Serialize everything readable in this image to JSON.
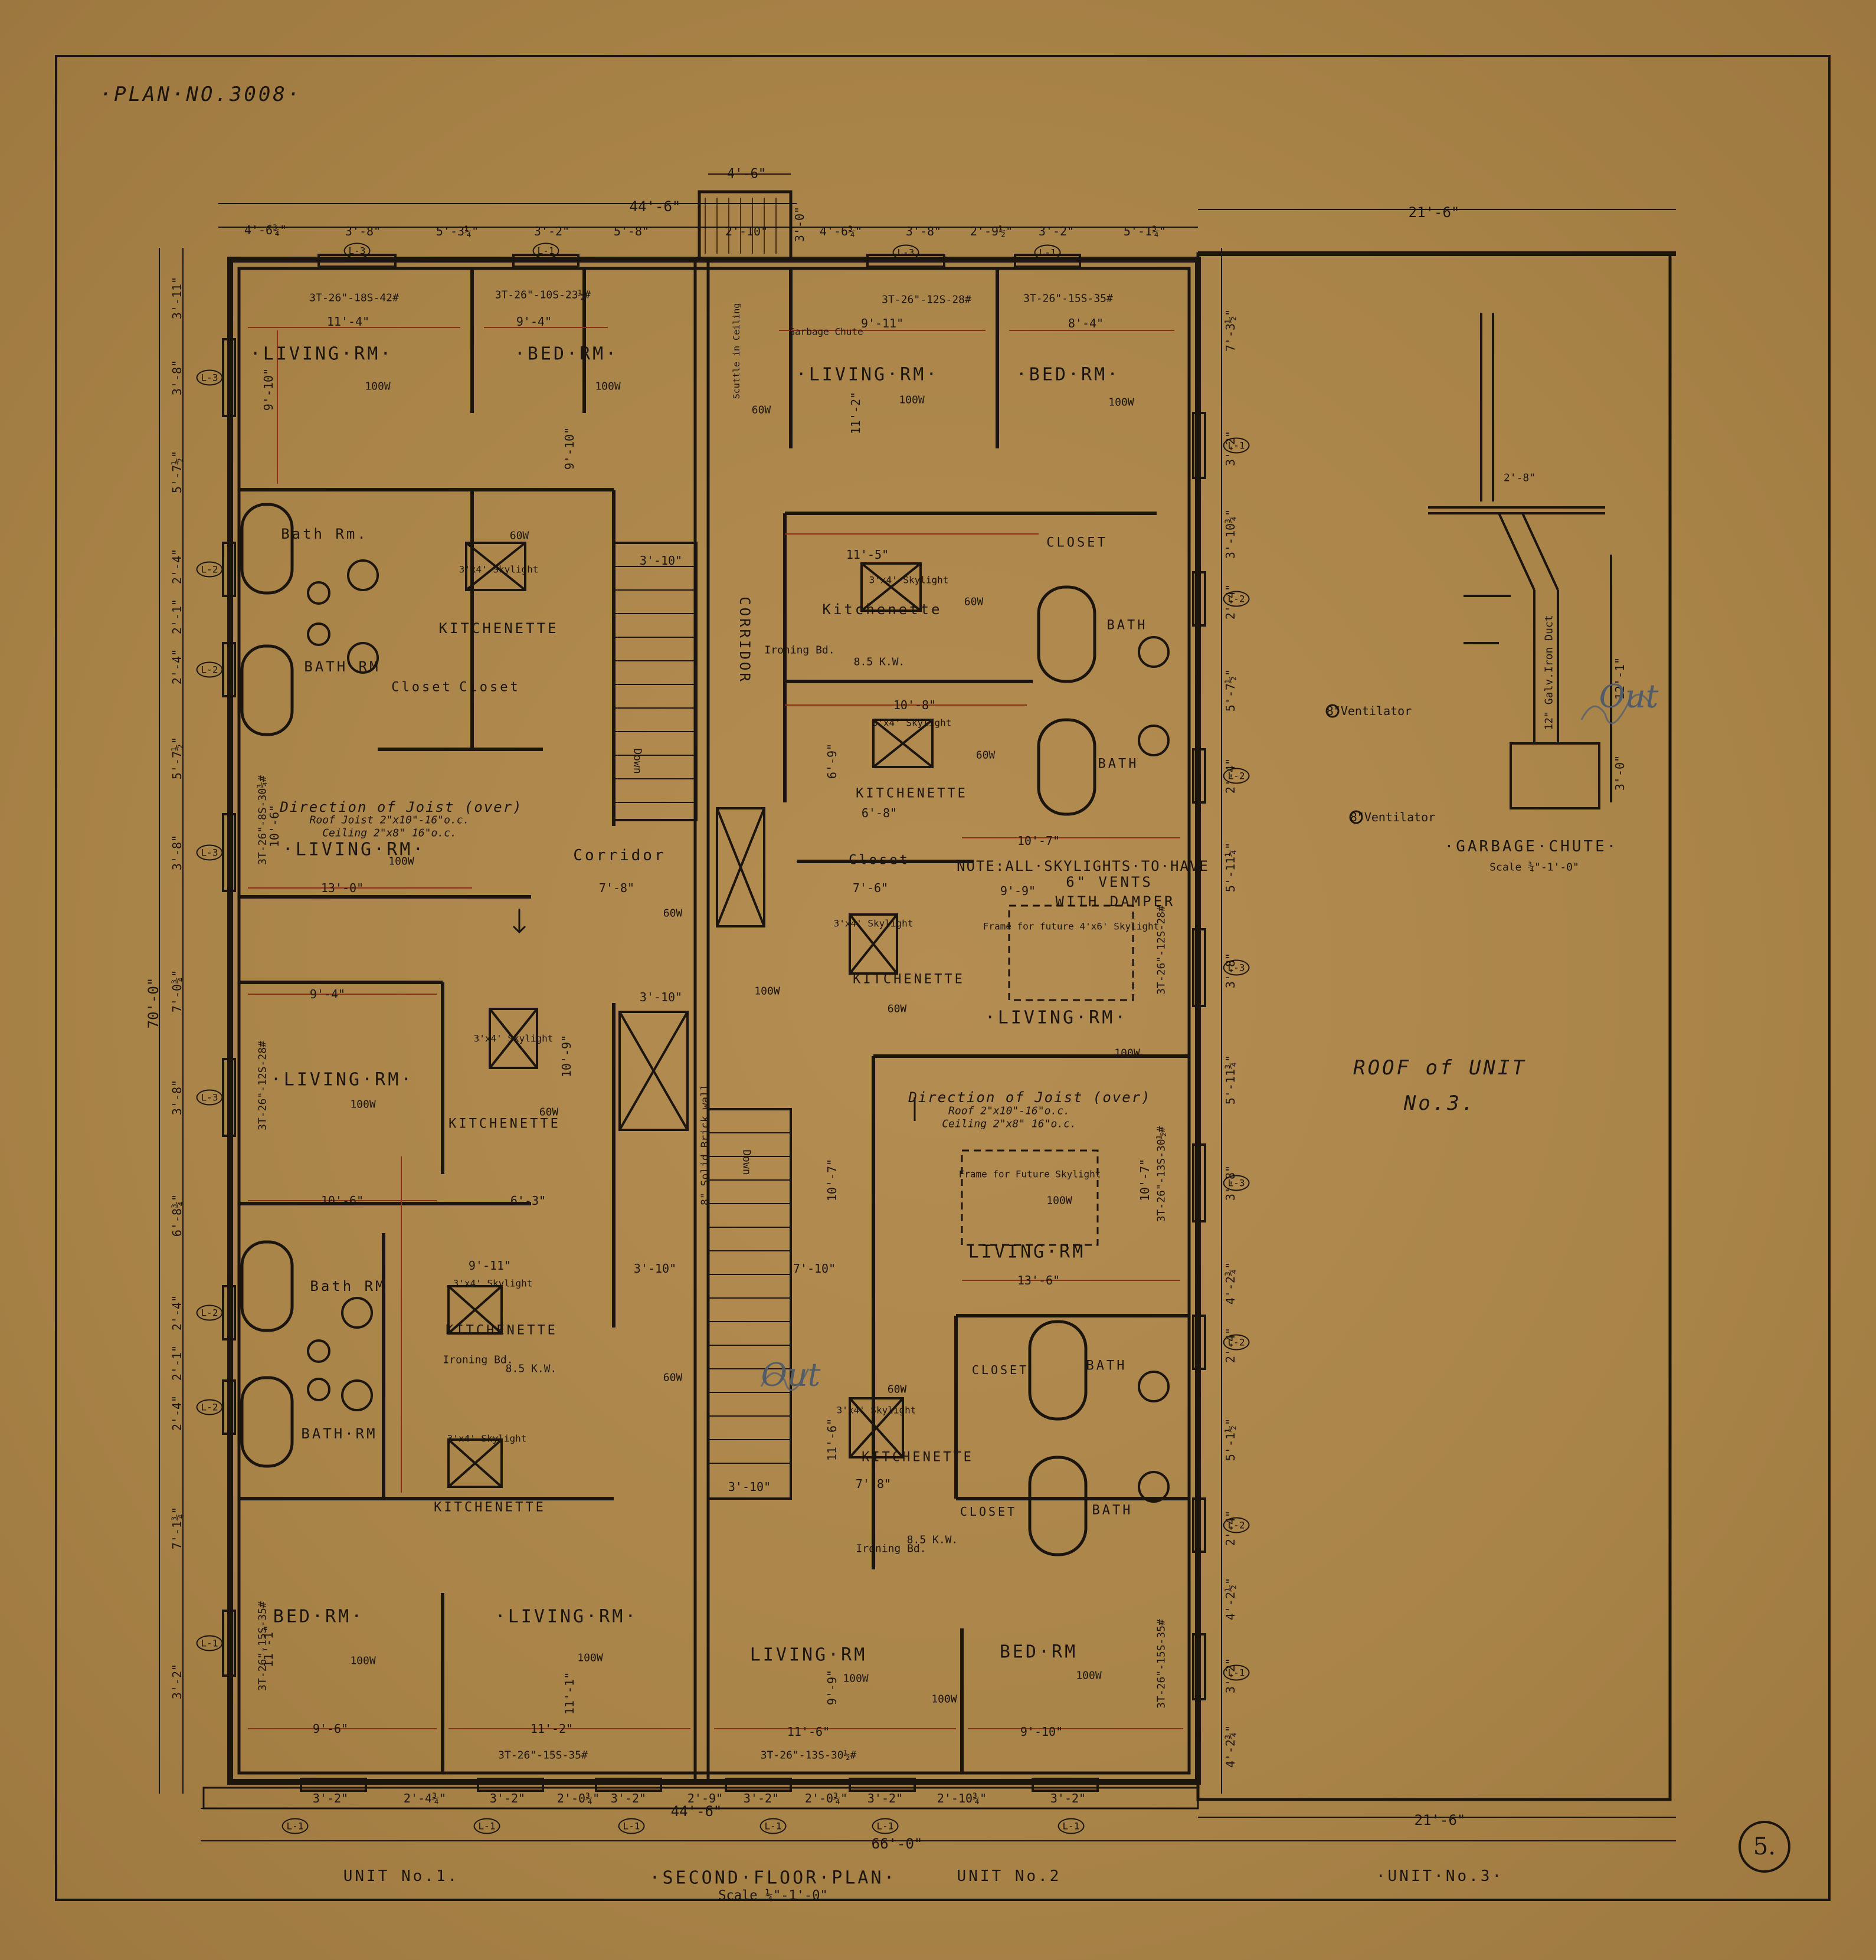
{
  "plan_number": "·PLAN·NO.3008·",
  "sheet_number": "5.",
  "title": "·SECOND·FLOOR·PLAN·",
  "scale": "Scale ¼\"-1'-0\"",
  "units": {
    "unit1": "UNIT No.1.",
    "unit2": "UNIT No.2",
    "unit3": "·UNIT·No.3·"
  },
  "roof": {
    "line1": "ROOF of UNIT",
    "line2": "No.3."
  },
  "garbage_chute": {
    "title": "·GARBAGE·CHUTE·",
    "scale": "Scale ¾\"-1'-0\"",
    "duct": "12\" Galv.Iron Duct",
    "d1": "12'-1\"",
    "d2": "3'-0\"",
    "d3": "2'-8\""
  },
  "ventilators": [
    "8\"Ventilator",
    "8\"Ventilator"
  ],
  "skylight_note": {
    "line1": "NOTE:ALL·SKYLIGHTS·TO·HAVE",
    "line2": "6\" VENTS",
    "line3": "WITH DAMPER"
  },
  "dims_top": {
    "overall_44": "44'-6\"",
    "overall_21": "21'-6\"",
    "chute_w": "4'-6\"",
    "chute_h": "3'-0\"",
    "t1": "4'-6¾\"",
    "t2": "3'-8\"",
    "t3": "5'-3¼\"",
    "t4": "3'-2\"",
    "t5": "5'-8\"",
    "t6": "2'-10\"",
    "t7": "4'-6¾\"",
    "t8": "3'-8\"",
    "t9": "2'-9½\"",
    "t10": "3'-2\"",
    "t11": "5'-1¾\""
  },
  "dims_bottom": {
    "overall_66": "66'-0\"",
    "overall_44": "44'-6\"",
    "overall_21": "21'-6\"",
    "b1": "3'-2\"",
    "b2": "2'-4¾\"",
    "b3": "3'-2\"",
    "b4": "2'-0¾\"",
    "b5": "3'-2\"",
    "b6": "2'-9\"",
    "b7": "3'-2\"",
    "b8": "2'-0¾\"",
    "b9": "3'-2\"",
    "b10": "2'-10¾\"",
    "b11": "3'-2\""
  },
  "dims_left": {
    "overall": "70'-0\"",
    "l1": "3'-11\"",
    "l2": "3'-8\"",
    "l3": "5'-7½\"",
    "l4": "2'-4\"",
    "l5": "2'-1\"",
    "l6": "2'-4\"",
    "l7": "5'-7½\"",
    "l8": "3'-8\"",
    "l9": "7'-0¾\"",
    "l10": "3'-8\"",
    "l11": "6'-8¾\"",
    "l12": "2'-4\"",
    "l13": "2'-1\"",
    "l14": "2'-4\"",
    "l15": "7'-1¾\"",
    "l16": "3'-2\""
  },
  "dims_right": {
    "r1": "7'-3½\"",
    "r2": "3'-2\"",
    "r3": "3'-10¾\"",
    "r4": "2'-4\"",
    "r5": "5'-7½\"",
    "r6": "2'-4\"",
    "r7": "5'-11¼\"",
    "r8": "3'-8\"",
    "r9": "5'-11¾\"",
    "r10": "3'-8\"",
    "r11": "4'-2¾\"",
    "r12": "2'-4\"",
    "r13": "5'-1½\"",
    "r14": "2'-4\"",
    "r15": "4'-2½\"",
    "r16": "3'-2\"",
    "r17": "4'-2¾\""
  },
  "rooms": {
    "u1_living1": "·LIVING·RM·",
    "u1_bed1": "·BED·RM·",
    "u1_bath1": "Bath Rm.",
    "u1_kit1": "KITCHENETTE",
    "u1_bath2": "BATH RM",
    "u1_closet1": "Closet",
    "u1_closet2": "Closet",
    "u1_living2": "·LIVING·RM·",
    "u1_corridor": "Corridor",
    "u1_living3": "·LIVING·RM·",
    "u1_kit2": "KITCHENETTE",
    "u1_bath3": "Bath RM",
    "u1_kit3": "KITCHENETTE",
    "u1_bath4": "BATH·RM",
    "u1_kit4": "KITCHENETTE",
    "u1_bed2": "BED·RM·",
    "u1_living4": "·LIVING·RM·",
    "u2_corridor": "CORRIDOR",
    "u2_living1": "·LIVING·RM·",
    "u2_bed1": "·BED·RM·",
    "u2_kit1": "Kitchenette",
    "u2_closet1": "CLOSET",
    "u2_bath1": "BATH",
    "u2_kit2": "KITCHENETTE",
    "u2_bath2": "BATH",
    "u2_closet2": "Closet",
    "u2_kit3": "KITCHENETTE",
    "u2_living2": "·LIVING·RM·",
    "u2_living3": "LIVING·RM",
    "u2_kit4": "KITCHENETTE",
    "u2_closet3": "CLOSET",
    "u2_bath3": "BATH",
    "u2_closet4": "CLOSET",
    "u2_bath4": "BATH",
    "u2_living4": "LIVING·RM",
    "u2_bed2": "BED·RM"
  },
  "room_dims": {
    "d1": "11'-4\"",
    "d2": "9'-4\"",
    "d3": "9'-10\"",
    "d4": "9'-10\"",
    "d5": "13'-0\"",
    "d6": "10'-6\"",
    "d7": "7'-8\"",
    "d8": "9'-4\"",
    "d9": "10'-6\"",
    "d10": "6'-3\"",
    "d11": "9'-11\"",
    "d12": "9'-6\"",
    "d13": "11'-2\"",
    "d14": "11'-1\"",
    "d15": "11'-1\"",
    "d16": "9'-11\"",
    "d17": "8'-4\"",
    "d18": "11'-2\"",
    "d19": "11'-5\"",
    "d20": "10'-8\"",
    "d21": "6'-8\"",
    "d22": "7'-6\"",
    "d23": "9'-9\"",
    "d24": "10'-7\"",
    "d25": "13'-6\"",
    "d26": "10'-7\"",
    "d27": "11'-6\"",
    "d28": "9'-10\"",
    "d29": "3'-10\"",
    "d30": "3'-10\"",
    "d31": "3'-10\"",
    "d32": "3'-10\"",
    "d33": "10'-9\"",
    "d34": "7'-10\"",
    "d35": "11'-6\"",
    "d36": "10'-7\"",
    "d37": "9'-9\"",
    "d38": "7'-8\"",
    "d39": "6'-9\""
  },
  "fixtures": {
    "w100": "100W",
    "w60": "60W",
    "skylight": "3'x4' Skylight",
    "kw": "8.5 K.W.",
    "ironing": "Ironing Bd.",
    "garbage": "Garbage Chute",
    "scuttle": "Scuttle in Ceiling",
    "frame1": "Frame for future 4'x6' Skylight",
    "frame2": "Frame for Future Skylight",
    "solid_wall": "8\" Solid Brick wall",
    "down1": "Down",
    "down2": "Down"
  },
  "joist_notes": {
    "n1": "Direction of Joist (over)",
    "n2": "Roof Joist 2\"x10\"-16\"o.c.",
    "n3": "Ceiling 2\"x8\" 16\"o.c.",
    "n4": "Direction of Joist (over)",
    "n5": "Roof 2\"x10\"-16\"o.c.",
    "n6": "Ceiling 2\"x8\" 16\"o.c."
  },
  "window_specs": {
    "w1": "3T-26\"-18S-42#",
    "w2": "3T-26\"-10S-23½#",
    "w3": "3T-26\"-12S-28#",
    "w4": "3T-26\"-15S-35#",
    "w5": "3T-26\"-8S-30¾#",
    "w6": "3T-26\"-12S-28#",
    "w7": "3T-26\"-15S-35#",
    "w8": "3T-26\"-13S-30½#",
    "w9": "3T-26\"-13S-30½#",
    "w10": "3T-26\"-15S-35#",
    "w11": "3T-26\"-12S-28#",
    "w12": "3T-26\"-15S-35#"
  },
  "window_tags": {
    "l1": "L-1",
    "l2": "L-2",
    "l3": "L-3"
  },
  "pencil": {
    "out1": "Out",
    "out2": "Out"
  }
}
